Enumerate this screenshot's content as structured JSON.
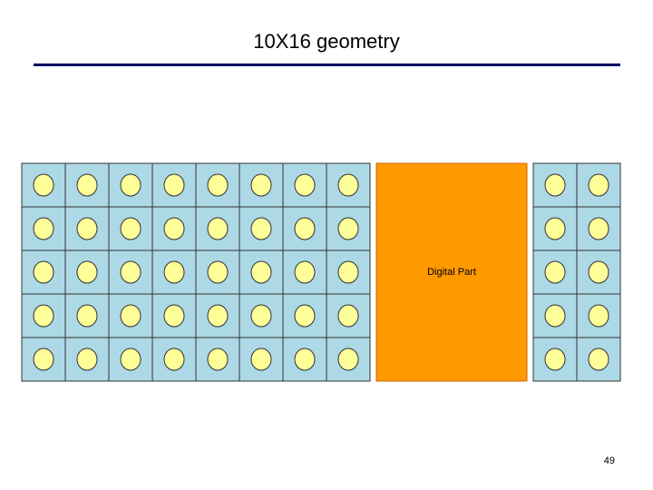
{
  "slide": {
    "title": "10X16 geometry",
    "page_number": "49"
  },
  "diagram": {
    "digital_label": "Digital Part",
    "rows": 5,
    "left_block_columns": 8,
    "right_block_columns": 2,
    "colors": {
      "cell_fill": "#add8e6",
      "cell_stroke": "#333333",
      "pad_fill": "#ffff99",
      "pad_stroke": "#333333",
      "digital_fill": "#ff9900",
      "digital_stroke": "#cc6600",
      "rule": "#000066"
    }
  }
}
